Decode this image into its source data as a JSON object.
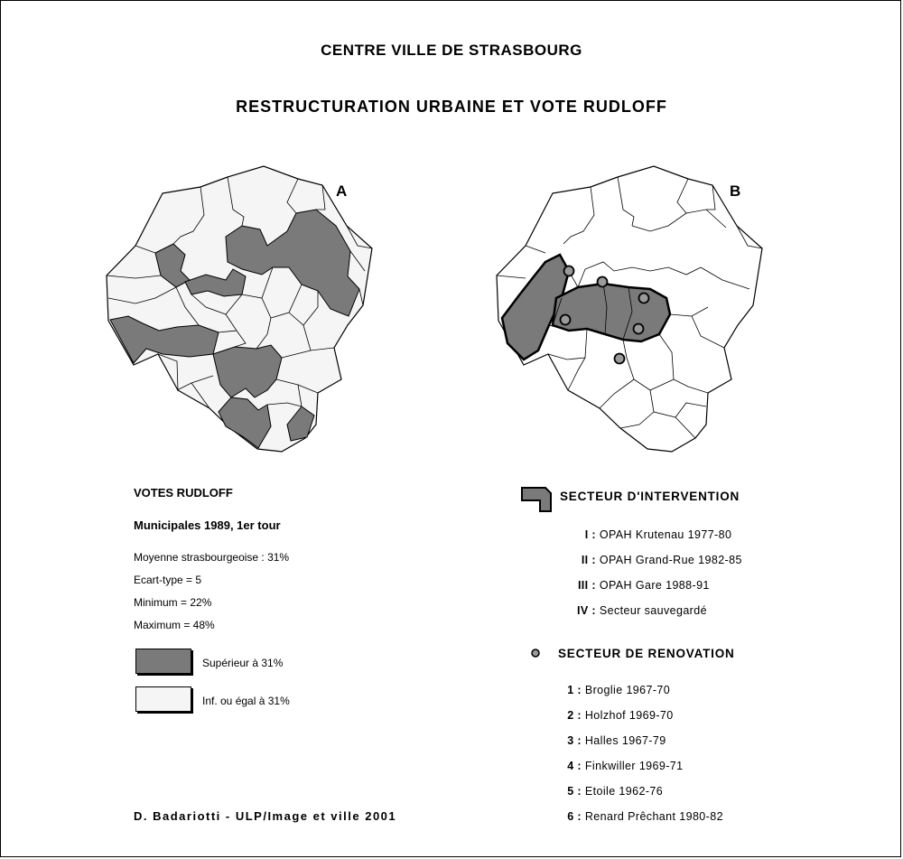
{
  "title": "CENTRE VILLE DE STRASBOURG",
  "subtitle": "RESTRUCTURATION URBAINE ET VOTE RUDLOFF",
  "map_a": {
    "label": "A"
  },
  "map_b": {
    "label": "B"
  },
  "legend_votes": {
    "heading": "VOTES RUDLOFF",
    "subheading": "Municipales 1989, 1er tour",
    "stats": [
      "Moyenne strasbourgeoise : 31%",
      "Ecart-type = 5",
      "Minimum = 22%",
      "Maximum = 48%"
    ],
    "classes": [
      {
        "label": "Supérieur à 31%",
        "color": "#7a7a7a"
      },
      {
        "label": "Inf. ou égal à 31%",
        "color": "#f5f5f5"
      }
    ]
  },
  "intervention": {
    "heading": "SECTEUR D'INTERVENTION",
    "items": [
      {
        "num": "I :",
        "label": "OPAH Krutenau 1977-80"
      },
      {
        "num": "II :",
        "label": "OPAH Grand-Rue 1982-85"
      },
      {
        "num": "III :",
        "label": "OPAH Gare 1988-91"
      },
      {
        "num": "IV :",
        "label": "Secteur sauvegardé"
      }
    ]
  },
  "renovation": {
    "heading": "SECTEUR DE RENOVATION",
    "items": [
      {
        "num": "1 :",
        "label": "Broglie 1967-70"
      },
      {
        "num": "2 :",
        "label": "Holzhof 1969-70"
      },
      {
        "num": "3 :",
        "label": "Halles 1967-79"
      },
      {
        "num": "4 :",
        "label": "Finkwiller 1969-71"
      },
      {
        "num": "5 :",
        "label": "Etoile 1962-76"
      },
      {
        "num": "6 :",
        "label": "Renard Prêchant 1980-82"
      }
    ]
  },
  "credit": "D. Badariotti - ULP/Image et ville 2001",
  "colors": {
    "above": "#7a7a7a",
    "below": "#f5f5f5",
    "line": "#000000"
  }
}
